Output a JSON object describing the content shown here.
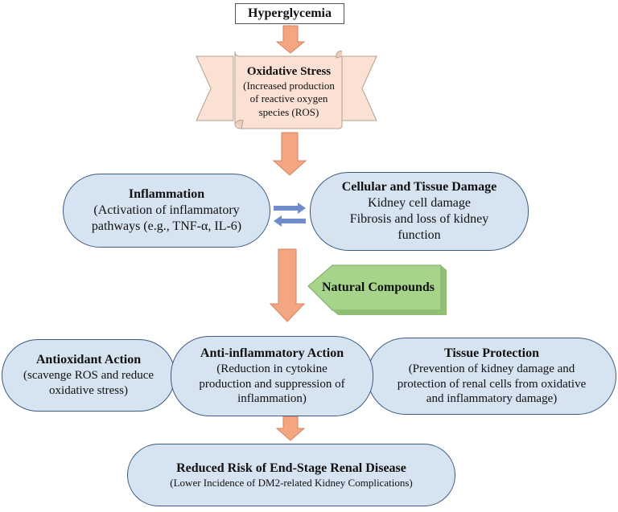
{
  "hyperglycemia": "Hyperglycemia",
  "oxidative_stress": {
    "title": "Oxidative Stress",
    "lines": [
      "(Increased production",
      "of reactive oxygen",
      "species (ROS)"
    ]
  },
  "inflammation": {
    "title": "Inflammation",
    "lines": [
      "(Activation of inflammatory",
      "pathways (e.g., TNF-α, IL-6)"
    ]
  },
  "cellular_damage": {
    "title": "Cellular and Tissue Damage",
    "lines": [
      "Kidney cell damage",
      "Fibrosis and loss of kidney",
      "function"
    ]
  },
  "natural_compounds": "Natural Compounds",
  "antioxidant": {
    "title": "Antioxidant Action",
    "lines": [
      "(scavenge ROS and reduce",
      "oxidative stress)"
    ]
  },
  "anti_inflammatory": {
    "title": "Anti-inflammatory Action",
    "lines": [
      "(Reduction in cytokine",
      "production and suppression of",
      "inflammation)"
    ]
  },
  "tissue_protection": {
    "title": "Tissue Protection",
    "lines": [
      "(Prevention of kidney damage and",
      "protection of renal cells from oxidative",
      "and inflammatory damage)"
    ]
  },
  "outcome": {
    "title": "Reduced Risk of End-Stage Renal Disease",
    "lines": [
      "(Lower Incidence of DM2-related Kidney Complications)"
    ]
  },
  "colors": {
    "arrow": "#f4a582",
    "arrow_border": "#d2845f",
    "oval_fill": "#d6e3f1",
    "oval_border": "#3d5a80",
    "scroll_fill": "#fbe1d3",
    "green": "#a6d48a",
    "double_arrow": "#6f8ccf"
  }
}
